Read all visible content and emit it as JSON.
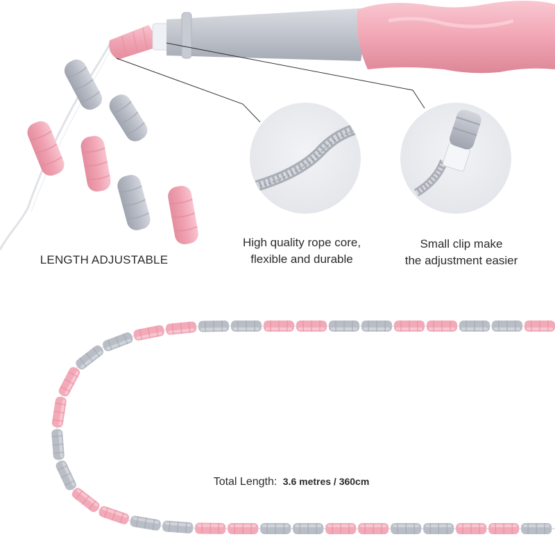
{
  "captions": {
    "length_adjustable": "LENGTH ADJUSTABLE",
    "rope_core_line1": "High quality rope core,",
    "rope_core_line2": "flexible and durable",
    "clip_line1": "Small clip make",
    "clip_line2": "the adjustment easier"
  },
  "total_length": {
    "label": "Total Length:",
    "value": "3.6 metres / 360cm"
  },
  "colors": {
    "pink": "#f2a9b8",
    "pink_dark": "#e8909f",
    "gray": "#b9bdc6",
    "gray_dark": "#a3a8b2",
    "zoom_bg": "#e9eaee"
  }
}
